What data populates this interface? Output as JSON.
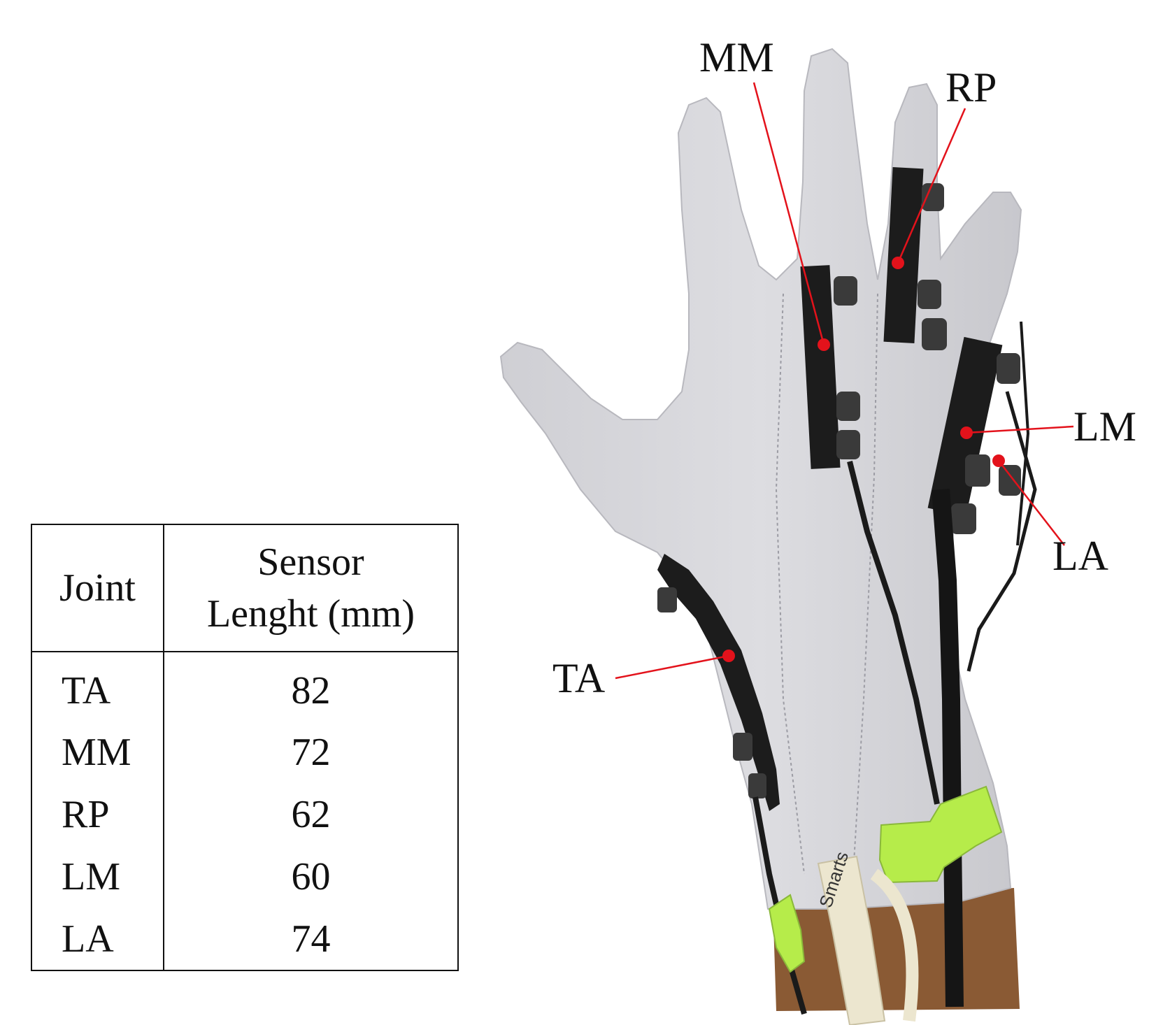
{
  "table": {
    "header_joint": "Joint",
    "header_length_line1": "Sensor",
    "header_length_line2": "Lenght (mm)",
    "rows": [
      {
        "joint": "TA",
        "length": "82"
      },
      {
        "joint": "MM",
        "length": "72"
      },
      {
        "joint": "RP",
        "length": "62"
      },
      {
        "joint": "LM",
        "length": "60"
      },
      {
        "joint": "LA",
        "length": "74"
      }
    ]
  },
  "callouts": {
    "mm": "MM",
    "rp": "RP",
    "lm": "LM",
    "la": "LA",
    "ta": "TA"
  },
  "colors": {
    "glove": "#d6d6da",
    "sensor_strip": "#1c1c1c",
    "marker": "#e3121b",
    "tape": "#b6ec4a",
    "skin": "#8a5a34",
    "strap": "#ece6cf"
  },
  "strap_text": "Smarts"
}
